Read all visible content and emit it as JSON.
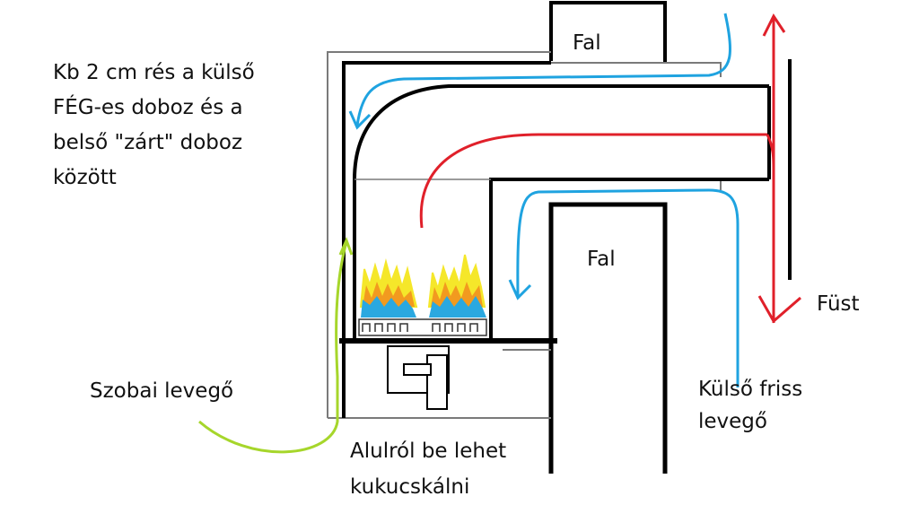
{
  "labels": {
    "gap_note": [
      "Kb 2 cm rés a külső",
      "FÉG-es doboz és a",
      "belső \"zárt\" doboz",
      "között"
    ],
    "wall_top": "Fal",
    "wall_middle": "Fal",
    "smoke": "Füst",
    "room_air": "Szobai levegő",
    "outside_air": [
      "Külső friss",
      "levegő"
    ],
    "peek_below": [
      "Alulról be lehet",
      "kukucskálni"
    ]
  },
  "colors": {
    "outline": "#000000",
    "thin_outline": "#7a7a7a",
    "room_air": "#a6d62b",
    "fresh_air": "#1fa3e0",
    "smoke": "#e0202a",
    "flame_yellow": "#f5e72a",
    "flame_orange": "#f29a1f",
    "flame_blue": "#2aa8e0"
  }
}
